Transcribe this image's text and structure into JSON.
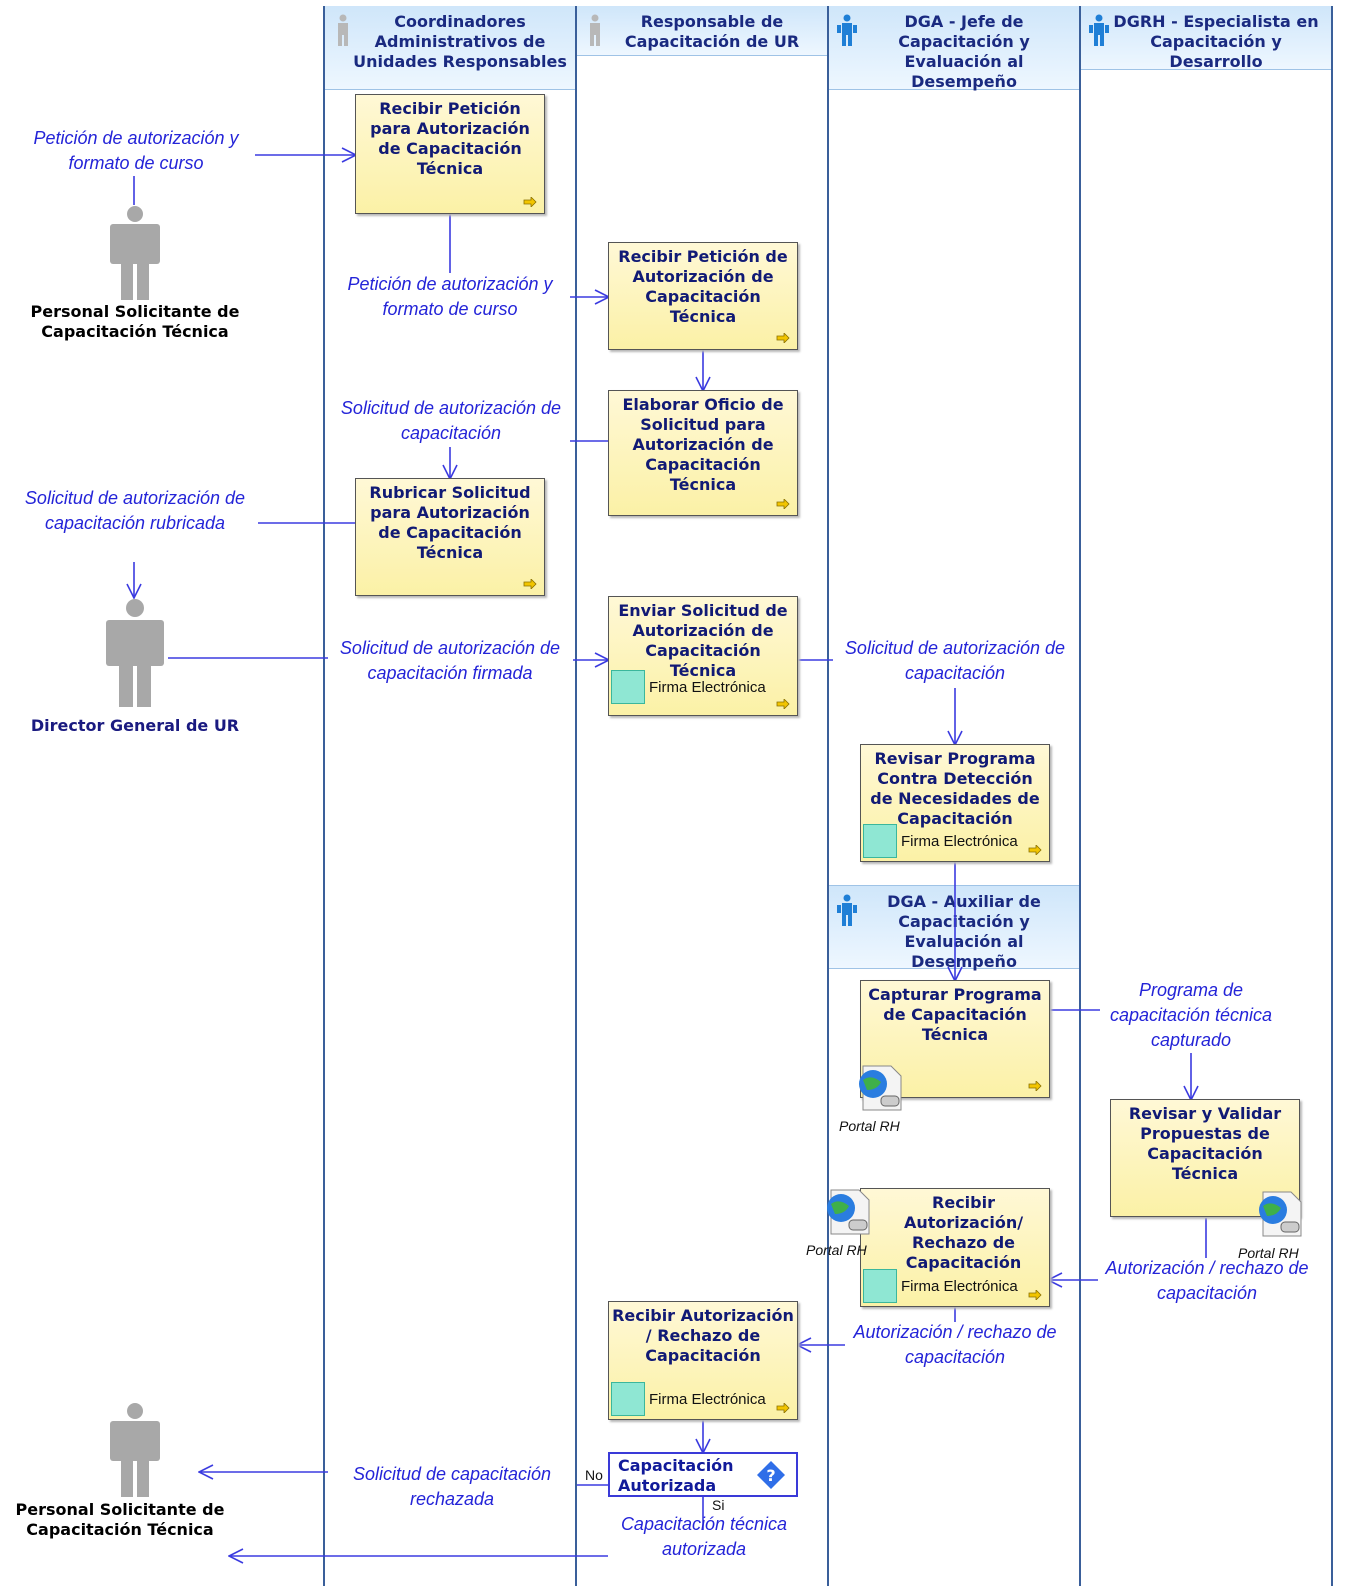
{
  "lanes": [
    {
      "title": "Coordinadores Administrativos de Unidades Responsables"
    },
    {
      "title": "Responsable de Capacitación de UR"
    },
    {
      "title": "DGA - Jefe de Capacitación y Evaluación al Desempeño"
    },
    {
      "title": "DGRH - Especialista en Capacitación y Desarrollo"
    },
    {
      "title": "DGA - Auxiliar de Capacitación y Evaluación al Desempeño"
    }
  ],
  "tasks": {
    "t1": "Recibir Petición para Autorización de Capacitación Técnica",
    "t2": "Recibir Petición de Autorización de Capacitación Técnica",
    "t3": "Elaborar Oficio de Solicitud para Autorización de Capacitación Técnica",
    "t4": "Rubricar Solicitud para Autorización de Capacitación Técnica",
    "t5": "Enviar Solicitud de Autorización de Capacitación Técnica",
    "t6": "Revisar Programa Contra Detección de Necesidades de Capacitación",
    "t7": "Capturar Programa de Capacitación Técnica",
    "t8": "Revisar y Validar Propuestas de Capacitación Técnica",
    "t9": "Recibir Autorización/ Rechazo de Capacitación",
    "t10": "Recibir Autorización / Rechazo de Capacitación"
  },
  "firma_label": "Firma Electrónica",
  "portal_label": "Portal RH",
  "decision": {
    "label": "Capacitación Autorizada",
    "no": "No",
    "si": "Si"
  },
  "flows": {
    "f1": "Petición de autorización y formato de curso",
    "f2": "Petición de autorización y formato de curso",
    "f3": "Solicitud de autorización de capacitación",
    "f4": "Solicitud de autorización de capacitación rubricada",
    "f5": "Solicitud de autorización de capacitación firmada",
    "f6": "Solicitud de autorización de capacitación",
    "f7": "Programa de capacitación técnica capturado",
    "f8": "Autorización / rechazo de capacitación",
    "f9": "Autorización / rechazo de capacitación",
    "f10": "Solicitud de capacitación rechazada",
    "f11": "Capacitación técnica autorizada"
  },
  "actors": {
    "a1": "Personal Solicitante de Capacitación Técnica",
    "a2": "Director General de UR",
    "a3": "Personal Solicitante de Capacitación Técnica"
  },
  "colors": {
    "flow_line": "#3b3be0",
    "lane_line": "#3a5f9a",
    "task_fill": "#fbf1a6",
    "flow_text": "#2424d8"
  }
}
